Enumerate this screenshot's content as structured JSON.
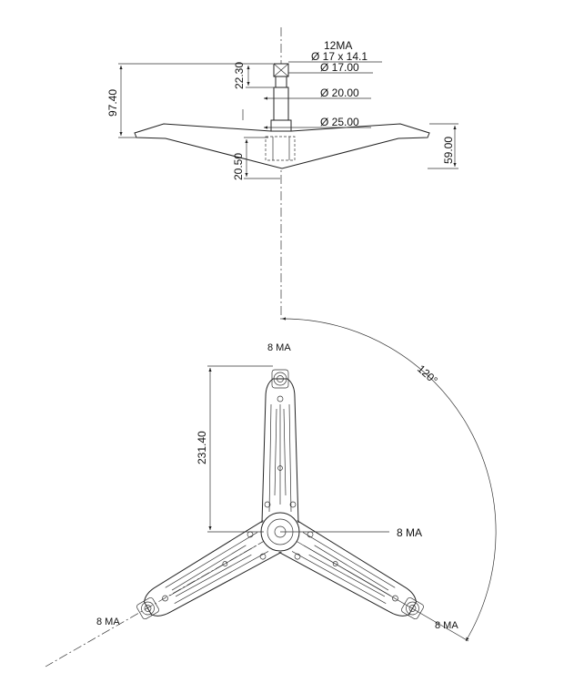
{
  "side_view": {
    "thread_label": "12MA",
    "dims": {
      "d_17x14": "Ø 17 x 14.1",
      "d_17": "Ø 17.00",
      "d_20": "Ø 20.00",
      "d_25": "Ø 25.00",
      "h_97": "97.40",
      "h_22": "22.30",
      "h_20": "20.50",
      "h_59": "59.00"
    }
  },
  "top_view": {
    "dim_arm": "231.40",
    "angle": "120°",
    "hole_top": "8 MA",
    "hole_center": "8 MA",
    "hole_left": "8 MA",
    "hole_right": "8 MA"
  }
}
